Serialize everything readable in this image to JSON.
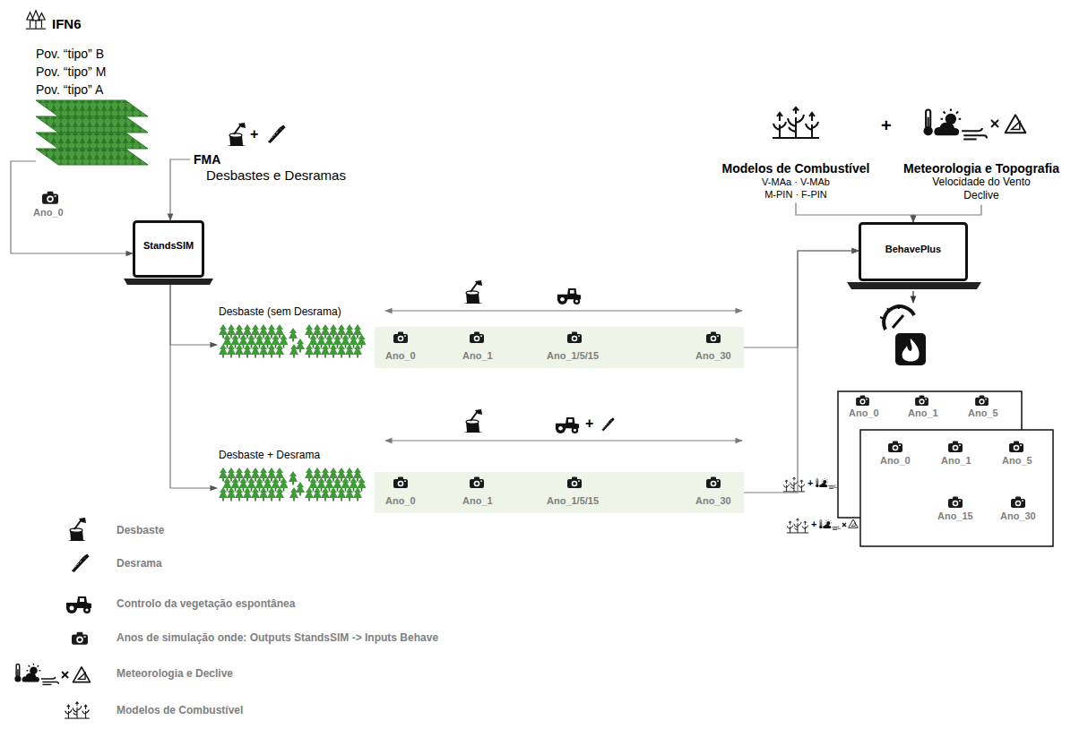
{
  "diagram": {
    "nodes": [
      {
        "text": [
          "IFN6",
          "Pov. “tipo” B",
          "Pov. “tipo” M",
          "Pov. “tipo” A"
        ]
      },
      {
        "text": [
          "FMA",
          "Desbastes e Desramas"
        ]
      },
      {
        "text": [
          "StandsSIM"
        ]
      },
      {
        "text": [
          "Desbaste (sem Desrama)"
        ]
      },
      {
        "text": [
          "Desbaste + Desrama"
        ]
      },
      {
        "text": [
          "Ano_0",
          "Ano_1",
          "Ano_1/5/15",
          "Ano_30"
        ]
      },
      {
        "text": [
          "Ano_0",
          "Ano_1",
          "Ano_1/5/15",
          "Ano_30"
        ]
      },
      {
        "text": [
          "Modelos de Combustível",
          "V-MAa · V-MAb",
          "M-PIN · F-PIN"
        ]
      },
      {
        "text": [
          "Meteorologia e Topografia",
          "Velocidade do Vento",
          "Declive"
        ]
      },
      {
        "text": [
          "BehavePlus"
        ]
      },
      {
        "text": [
          "Ano_0",
          "Ano_1",
          "Ano_5"
        ]
      },
      {
        "text": [
          "Ano_0",
          "Ano_1",
          "Ano_5",
          "Ano_15",
          "Ano_30"
        ]
      }
    ],
    "edges": [
      {
        "from": 0,
        "to": 2,
        "arrow": "to"
      },
      {
        "from": 1,
        "to": 2,
        "arrow": "to"
      },
      {
        "from": 2,
        "to": 3,
        "arrow": "to"
      },
      {
        "from": 2,
        "to": 4,
        "arrow": "to"
      },
      {
        "from": 5,
        "to": 9,
        "arrow": "to"
      },
      {
        "from": 6,
        "to": 9,
        "arrow": "to"
      },
      {
        "from": 7,
        "to": 9,
        "arrow": "to"
      },
      {
        "from": 8,
        "to": 9,
        "arrow": "to"
      }
    ],
    "labels": [
      "Ano_0",
      "+",
      "+",
      "+",
      "+",
      "+"
    ],
    "legend": [
      {
        "text": "Desbaste"
      },
      {
        "text": "Desrama"
      },
      {
        "text": "Controlo da vegetação espontânea"
      },
      {
        "text": "Anos de simulação onde: Outputs StandsSIM -> Inputs Behave"
      },
      {
        "text": "Meteorologia e Declive"
      },
      {
        "text": "Modelos de Combustível"
      }
    ]
  }
}
